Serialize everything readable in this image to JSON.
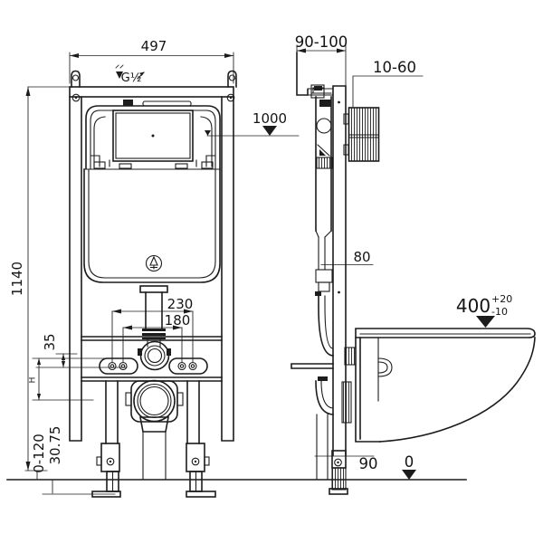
{
  "colors": {
    "line": "#1c1c1c",
    "background": "#ffffff"
  },
  "icons": {
    "level_marker": "filled-triangle-down",
    "supply_arrow": "filled-triangle-down",
    "supply_flag": "small-ne-arrow",
    "brand_logo": "circled-emblem"
  },
  "front_view": {
    "frame_width": "497",
    "frame_height": "1140",
    "supply_thread": "G½",
    "flush_panel_level": "1000",
    "fixing_spacing_outer": "230",
    "fixing_spacing_inner": "180",
    "slot_offset": "35",
    "variable_height": "H",
    "foot_adjustment": "0-120",
    "base_plate_offset": "30.75"
  },
  "side_view": {
    "wall_bracket_range": "90-100",
    "panel_recess_depth": "10-60",
    "profile_depth": "80",
    "bowl_level": "400",
    "bowl_level_tol_plus": "+20",
    "bowl_level_tol_minus": "-10",
    "outlet_offset": "90",
    "floor_level": "0"
  }
}
